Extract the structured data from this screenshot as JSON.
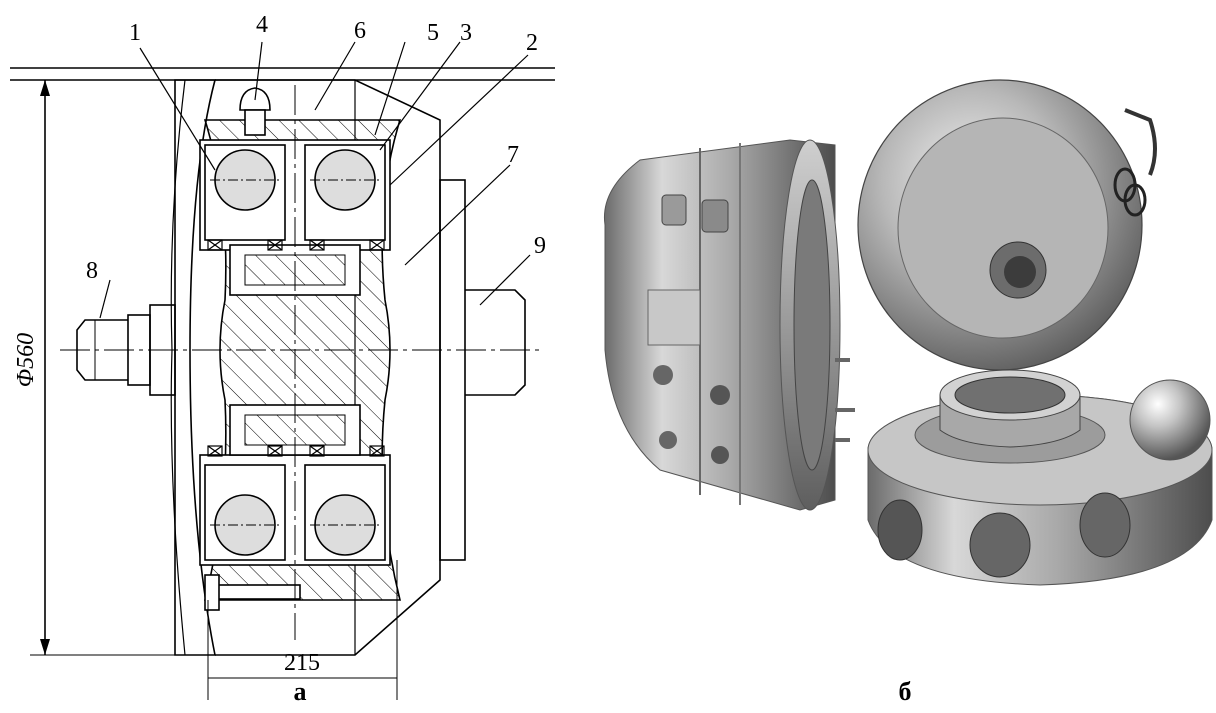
{
  "figure": {
    "labels_a": [
      "1",
      "4",
      "6",
      "5",
      "3",
      "2",
      "7",
      "8",
      "9"
    ],
    "diameter_label": "Φ560",
    "width_label": "215",
    "caption_a": "а",
    "caption_b": "б"
  }
}
